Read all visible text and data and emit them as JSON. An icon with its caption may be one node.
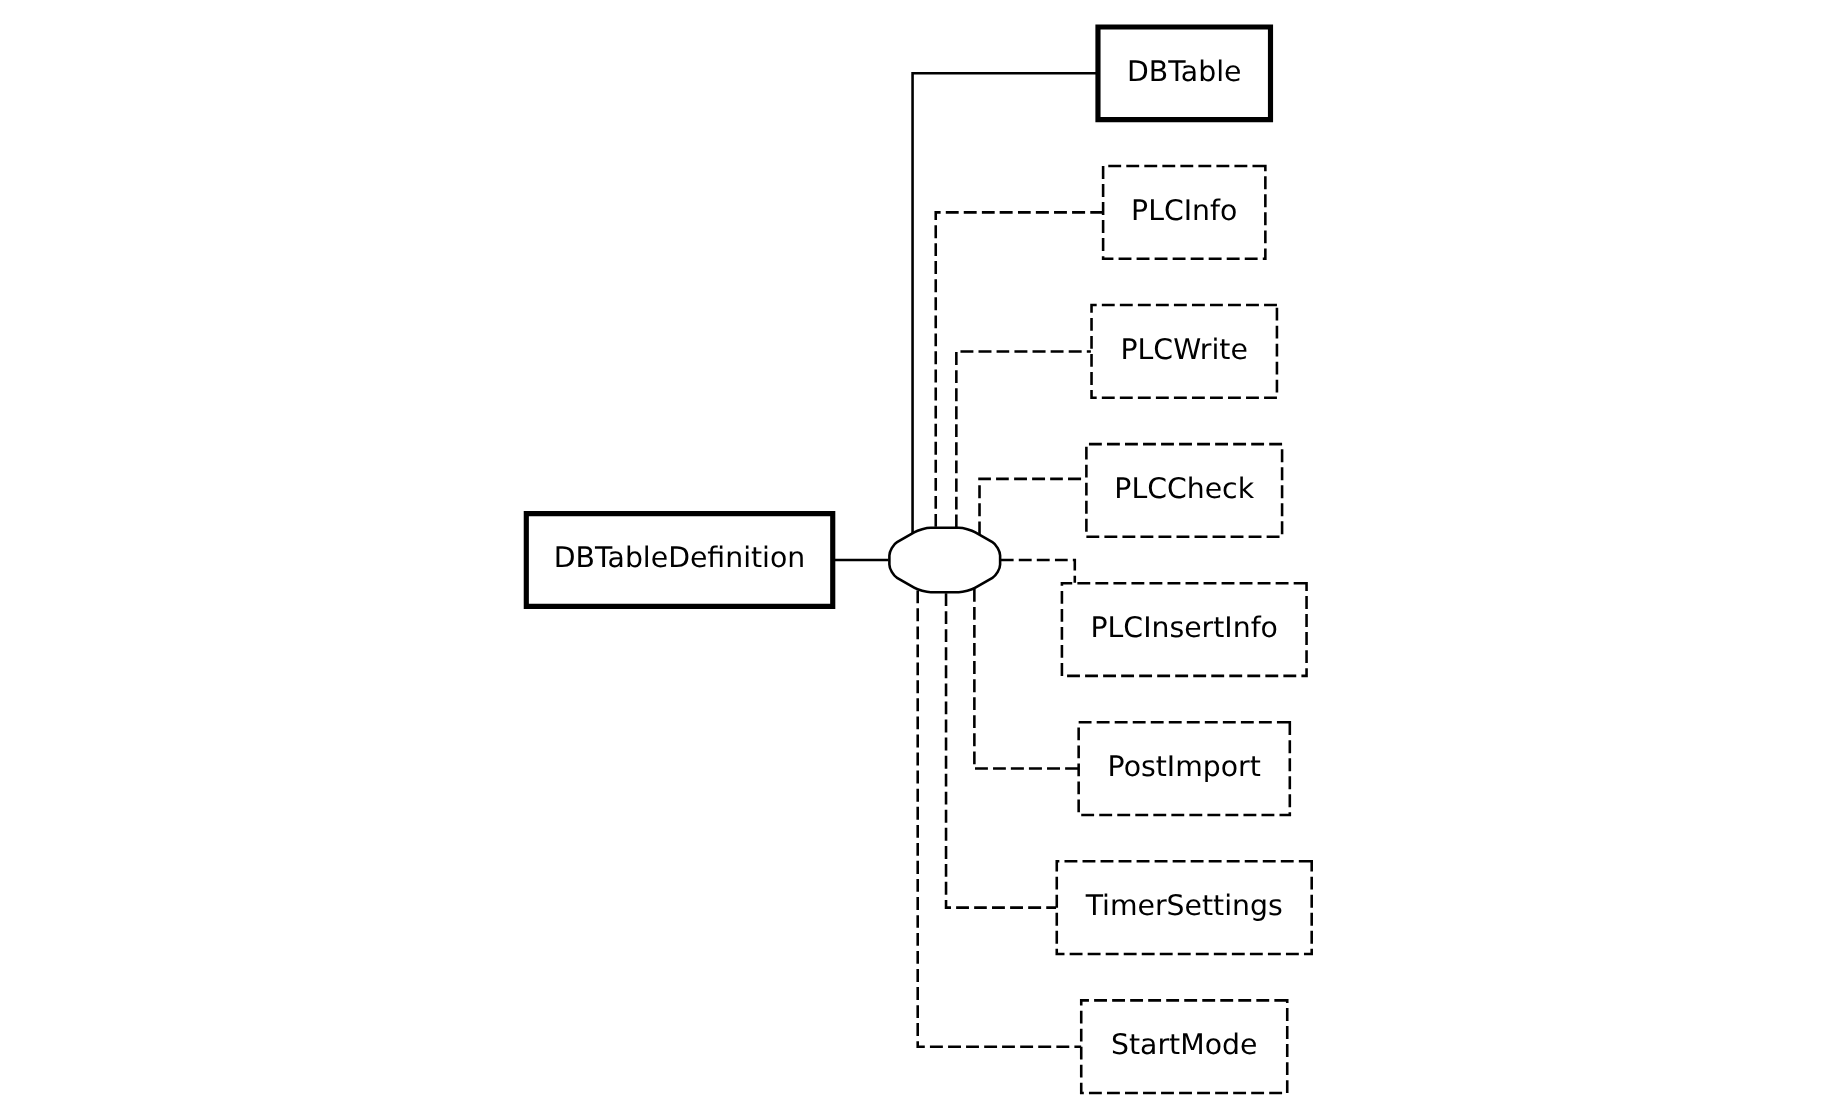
{
  "diagram": {
    "nodes": [
      {
        "text": [
          "DBTableDefinition"
        ]
      },
      {
        "text": [],
        "shape": "octagon"
      },
      {
        "text": [
          "DBTable"
        ]
      },
      {
        "text": [
          "PLCInfo"
        ]
      },
      {
        "text": [
          "PLCWrite"
        ]
      },
      {
        "text": [
          "PLCCheck"
        ]
      },
      {
        "text": [
          "PLCInsertInfo"
        ]
      },
      {
        "text": [
          "PostImport"
        ]
      },
      {
        "text": [
          "TimerSettings"
        ]
      },
      {
        "text": [
          "StartMode"
        ]
      }
    ],
    "edges": [
      {
        "from": 0,
        "to": 1,
        "arrow": "none"
      },
      {
        "from": 1,
        "to": 2,
        "arrow": "none"
      },
      {
        "from": 1,
        "to": 3,
        "arrow": "none",
        "style": "dashed"
      },
      {
        "from": 1,
        "to": 4,
        "arrow": "none",
        "style": "dashed"
      },
      {
        "from": 1,
        "to": 5,
        "arrow": "none",
        "style": "dashed"
      },
      {
        "from": 1,
        "to": 6,
        "arrow": "none",
        "style": "dashed"
      },
      {
        "from": 1,
        "to": 7,
        "arrow": "none",
        "style": "dashed"
      },
      {
        "from": 1,
        "to": 8,
        "arrow": "none",
        "style": "dashed"
      },
      {
        "from": 1,
        "to": 9,
        "arrow": "none",
        "style": "dashed"
      }
    ]
  }
}
